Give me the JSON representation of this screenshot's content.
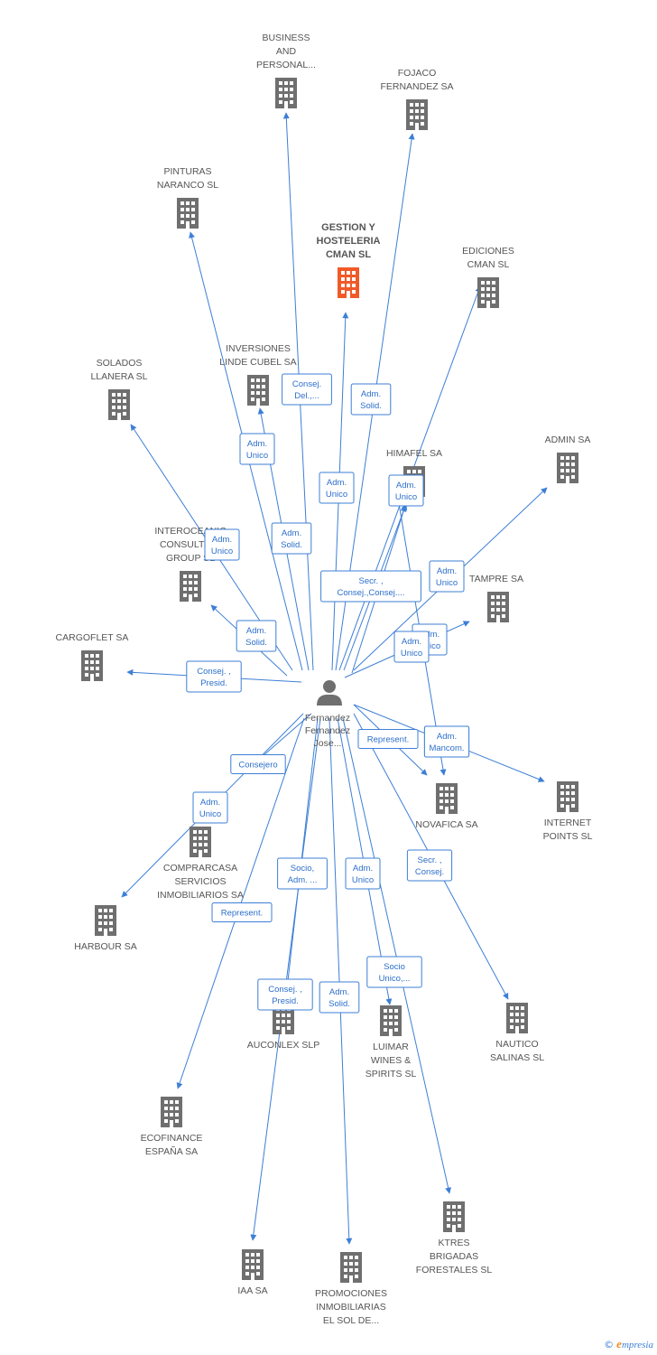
{
  "colors": {
    "edge": "#3d7fd6",
    "building": "#6f6f6f",
    "highlight": "#f05a28",
    "person": "#6f6f6f"
  },
  "person": {
    "label": [
      "Fernandez",
      "Fernandez",
      "Jose..."
    ],
    "icon": "person-icon"
  },
  "companies": [
    {
      "id": "business",
      "label": [
        "BUSINESS",
        "AND",
        "PERSONAL..."
      ],
      "icon": "building-icon"
    },
    {
      "id": "fojaco",
      "label": [
        "FOJACO",
        "FERNANDEZ SA"
      ],
      "icon": "building-icon"
    },
    {
      "id": "pinturas",
      "label": [
        "PINTURAS",
        "NARANCO SL"
      ],
      "icon": "building-icon"
    },
    {
      "id": "gestion",
      "label": [
        "GESTION Y",
        "HOSTELERIA",
        "CMAN SL"
      ],
      "icon": "building-icon",
      "highlight": true
    },
    {
      "id": "ediciones",
      "label": [
        "EDICIONES",
        "CMAN SL"
      ],
      "icon": "building-icon"
    },
    {
      "id": "inversiones",
      "label": [
        "INVERSIONES",
        "LINDE CUBEL SA"
      ],
      "icon": "building-icon"
    },
    {
      "id": "solados",
      "label": [
        "SOLADOS",
        "LLANERA SL"
      ],
      "icon": "building-icon"
    },
    {
      "id": "himafel",
      "label": [
        "HIMAFEL SA"
      ],
      "icon": "building-icon"
    },
    {
      "id": "admin",
      "label": [
        "ADMIN SA"
      ],
      "icon": "building-icon"
    },
    {
      "id": "interoceanic",
      "label": [
        "INTEROCEANIC",
        "CONSULTING",
        "GROUP SL"
      ],
      "icon": "building-icon"
    },
    {
      "id": "tampre",
      "label": [
        "TAMPRE SA"
      ],
      "icon": "building-icon"
    },
    {
      "id": "cargoflet",
      "label": [
        "CARGOFLET SA"
      ],
      "icon": "building-icon"
    },
    {
      "id": "novafica",
      "label": [
        "NOVAFICA SA"
      ],
      "icon": "building-icon"
    },
    {
      "id": "internet",
      "label": [
        "INTERNET",
        "POINTS SL"
      ],
      "icon": "building-icon"
    },
    {
      "id": "comprarcasa",
      "label": [
        "COMPRARCASA",
        "SERVICIOS",
        "INMOBILIARIOS SA"
      ],
      "icon": "building-icon"
    },
    {
      "id": "harbour",
      "label": [
        "HARBOUR SA"
      ],
      "icon": "building-icon"
    },
    {
      "id": "auconlex",
      "label": [
        "AUCONLEX SLP"
      ],
      "icon": "building-icon"
    },
    {
      "id": "luimar",
      "label": [
        "LUIMAR",
        "WINES &",
        "SPIRITS SL"
      ],
      "icon": "building-icon"
    },
    {
      "id": "nautico",
      "label": [
        "NAUTICO",
        "SALINAS SL"
      ],
      "icon": "building-icon"
    },
    {
      "id": "ecofinance",
      "label": [
        "ECOFINANCE",
        "ESPAÑA SA"
      ],
      "icon": "building-icon"
    },
    {
      "id": "ktres",
      "label": [
        "KTRES",
        "BRIGADAS",
        "FORESTALES SL"
      ],
      "icon": "building-icon"
    },
    {
      "id": "iaa",
      "label": [
        "IAA SA"
      ],
      "icon": "building-icon"
    },
    {
      "id": "promociones",
      "label": [
        "PROMOCIONES",
        "INMOBILIARIAS",
        "EL SOL DE..."
      ],
      "icon": "building-icon"
    }
  ],
  "relations": [
    {
      "target": "business",
      "label": [
        "Consej.",
        "Del.,..."
      ]
    },
    {
      "target": "fojaco",
      "label": [
        "Adm.",
        "Solid."
      ]
    },
    {
      "target": "pinturas",
      "label": [
        "Adm.",
        "Unico"
      ]
    },
    {
      "target": "gestion",
      "label": [
        "Adm.",
        "Unico"
      ]
    },
    {
      "target": "ediciones",
      "label": [
        "Adm.",
        "Unico"
      ]
    },
    {
      "target": "inversiones",
      "label": [
        "Adm.",
        "Solid."
      ]
    },
    {
      "target": "solados",
      "label": [
        "Adm.",
        "Unico"
      ]
    },
    {
      "target": "himafel",
      "label": [
        "Secr. ,",
        "Consej.,Consej...."
      ]
    },
    {
      "target": "admin",
      "label": [
        "Adm.",
        "Unico"
      ]
    },
    {
      "target": "interoceanic",
      "label": [
        "Adm.",
        "Solid."
      ]
    },
    {
      "target": "tampre",
      "label": [
        "Adm.",
        "Unico"
      ]
    },
    {
      "target": "tampre",
      "label": [
        "Adm.",
        "Unico"
      ]
    },
    {
      "target": "cargoflet",
      "label": [
        "Consej. ,",
        "Presid."
      ]
    },
    {
      "target": "novafica",
      "label": [
        "Represent."
      ]
    },
    {
      "target": "novafica",
      "label": [
        "Adm.",
        "Mancom."
      ]
    },
    {
      "target": "internet",
      "label": [
        "Adm.",
        "Mancom."
      ]
    },
    {
      "target": "comprarcasa",
      "label": [
        "Consejero"
      ]
    },
    {
      "target": "harbour",
      "label": [
        "Adm.",
        "Unico"
      ]
    },
    {
      "target": "auconlex",
      "label": [
        "Socio,",
        "Adm. ..."
      ]
    },
    {
      "target": "luimar",
      "label": [
        "Adm.",
        "Unico"
      ]
    },
    {
      "target": "nautico",
      "label": [
        "Secr. ,",
        "Consej."
      ]
    },
    {
      "target": "ecofinance",
      "label": [
        "Represent."
      ]
    },
    {
      "target": "ktres",
      "label": [
        "Socio",
        "Unico,..."
      ]
    },
    {
      "target": "iaa",
      "label": [
        "Consej. ,",
        "Presid."
      ]
    },
    {
      "target": "promociones",
      "label": [
        "Adm.",
        "Solid."
      ]
    }
  ],
  "brand": {
    "copyright": "©",
    "initial": "e",
    "name": "mpresia"
  }
}
